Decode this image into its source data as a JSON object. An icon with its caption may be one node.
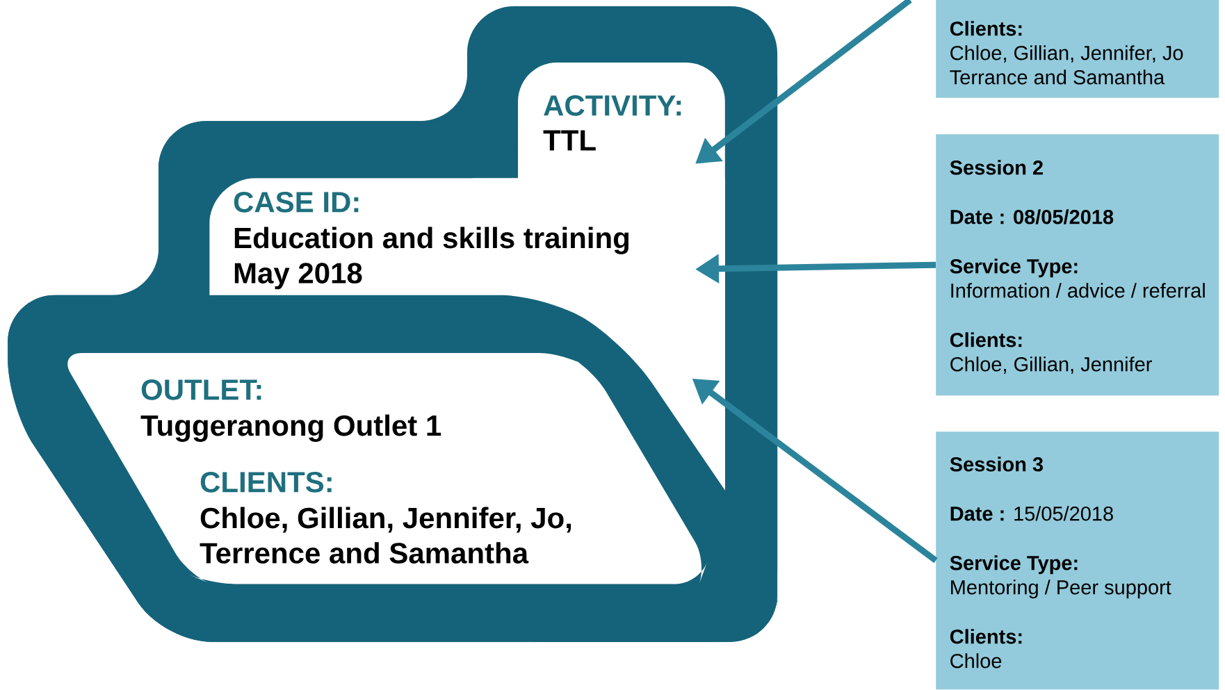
{
  "diagram": {
    "nodes": [
      {
        "text": [],
        "shape": "folder"
      },
      {
        "text": [
          "ACTIVITY:",
          "TTL"
        ],
        "in": 0
      },
      {
        "text": [
          "CASE ID:",
          "Education and skills training May 2018"
        ],
        "in": 0
      },
      {
        "text": [
          "OUTLET:",
          "Tuggeranong Outlet 1"
        ],
        "in": 0
      },
      {
        "text": [
          "CLIENTS:",
          "Chloe, Gillian, Jennifer, Jo, Terrence and Samantha"
        ],
        "in": 0
      },
      {
        "text": [
          "Clients:",
          "Chloe, Gillian, Jennifer, Jo Terrance and Samantha"
        ]
      },
      {
        "text": [
          "Session 2",
          "Date : 08/05/2018",
          "Service Type:",
          "Information / advice / referral",
          "Clients:",
          "Chloe, Gillian, Jennifer"
        ]
      },
      {
        "text": [
          "Session 3",
          "**Date :** 15/05/2018",
          "Service Type:",
          "Mentoring / Peer support",
          "Clients:",
          "Chloe"
        ]
      }
    ],
    "edges": [
      {
        "from": null,
        "to": 0,
        "arrow": "to"
      },
      {
        "from": 6,
        "to": 0,
        "arrow": "to"
      },
      {
        "from": 7,
        "to": 0,
        "arrow": "to"
      }
    ]
  }
}
